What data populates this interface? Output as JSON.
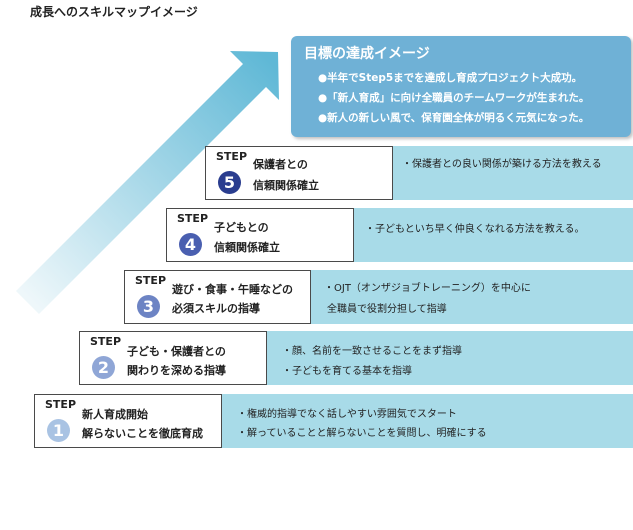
{
  "title": "成長へのスキルマップイメージ",
  "goal": {
    "title": "目標の達成イメージ",
    "items": [
      "●半年でStep5までを達成し育成プロジェクト大成功。",
      "●「新人育成」に向け全職員のチームワークが生まれた。",
      "●新人の新しい風で、保育園全体が明るく元気になった。"
    ]
  },
  "colors": {
    "goal_box": "#6fb1d6",
    "band": "#a8dbe8",
    "arrow_light": "#e4f3f8",
    "arrow_dark": "#5fb8d6"
  },
  "steps": [
    {
      "label": "STEP",
      "number": "1",
      "lines": [
        "新人育成開始",
        "解らないことを徹底育成"
      ],
      "desc": [
        "・権威的指導でなく話しやすい雰囲気でスタート",
        "・解っていることと解らないことを質問し、明確にする"
      ],
      "color": "#a9c3e3"
    },
    {
      "label": "STEP",
      "number": "2",
      "lines": [
        "子ども・保護者との",
        "関わりを深める指導"
      ],
      "desc": [
        "・顔、名前を一致させることをまず指導",
        "・子どもを育てる基本を指導"
      ],
      "color": "#8fa6d6"
    },
    {
      "label": "STEP",
      "number": "3",
      "lines": [
        "遊び・食事・午睡などの",
        "必須スキルの指導"
      ],
      "desc": [
        "・OJT（オンザジョブトレーニング）を中心に",
        "全職員で役割分担して指導"
      ],
      "color": "#6d84c4"
    },
    {
      "label": "STEP",
      "number": "4",
      "lines": [
        "子どもとの",
        "信頼関係確立"
      ],
      "desc": [
        "・子どもといち早く仲良くなれる方法を教える。"
      ],
      "color": "#4a5fb0"
    },
    {
      "label": "STEP",
      "number": "5",
      "lines": [
        "保護者との",
        "信頼関係確立"
      ],
      "desc": [
        "・保護者との良い関係が築ける方法を教える"
      ],
      "color": "#2a3d8f"
    }
  ]
}
